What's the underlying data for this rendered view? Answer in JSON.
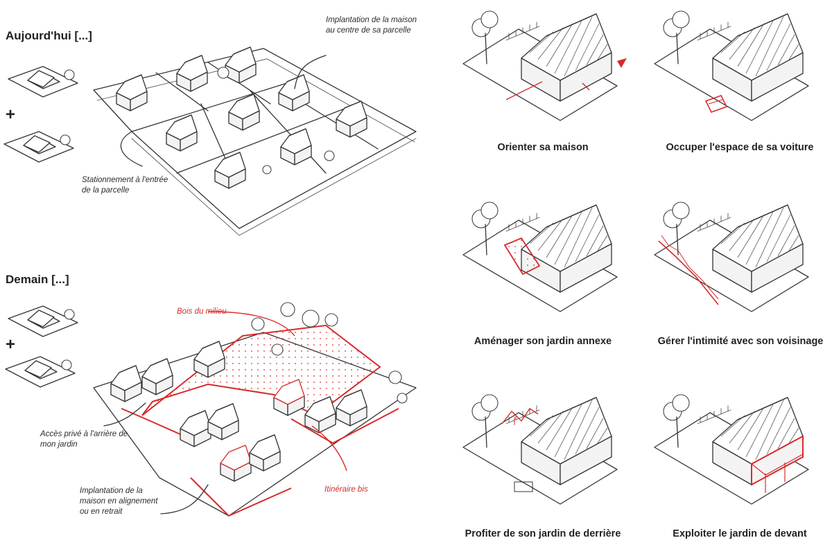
{
  "today": {
    "heading": "Aujourd'hui [...]",
    "plus": "+",
    "note_center": "Implantation de la maison au centre de sa parcelle",
    "note_parking": "Stationnement à l'entrée de la parcelle"
  },
  "tomorrow": {
    "heading": "Demain [...]",
    "plus": "+",
    "note_wood": "Bois du milieu",
    "note_access": "Accès privé à l'arrière de mon jardin",
    "note_alignment": "Implantation de la maison en alignement ou en retrait",
    "note_route": "Itinéraire bis"
  },
  "cards": [
    {
      "caption": "Orienter sa maison"
    },
    {
      "caption": "Occuper l'espace de sa voiture"
    },
    {
      "caption": "Aménager son jardin annexe"
    },
    {
      "caption": "Gérer l'intimité avec son voisinage"
    },
    {
      "caption": "Profiter de son jardin de derrière"
    },
    {
      "caption": "Exploiter le jardin de devant"
    }
  ],
  "colors": {
    "accent": "#d82a2a",
    "ink": "#333333"
  }
}
